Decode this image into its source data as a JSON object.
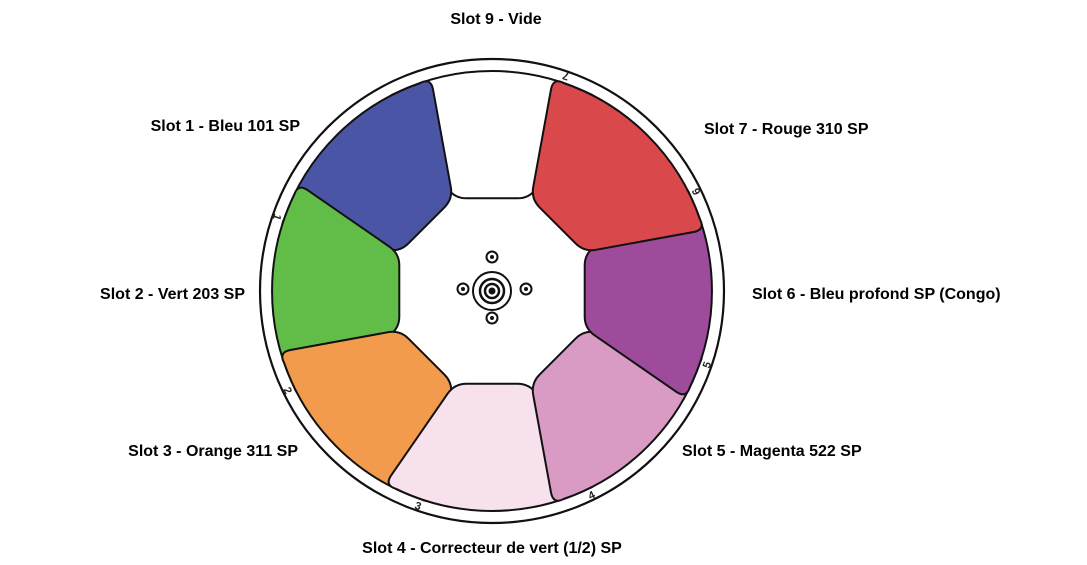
{
  "slots": [
    {
      "id": "1",
      "number": "1",
      "label": "Slot 1 - Bleu 101 SP",
      "color": "#4b55a6"
    },
    {
      "id": "2",
      "number": "2",
      "label": "Slot 2 - Vert 203 SP",
      "color": "#62bd48"
    },
    {
      "id": "3",
      "number": "3",
      "label": "Slot 3 - Orange 311 SP",
      "color": "#f39b4c"
    },
    {
      "id": "4",
      "number": "4",
      "label": "Slot 4 - Correcteur de vert (1/2) SP",
      "color": "#f7e1ed"
    },
    {
      "id": "5",
      "number": "5",
      "label": "Slot 5 - Magenta 522 SP",
      "color": "#d99ac4"
    },
    {
      "id": "6",
      "number": "6",
      "label": "Slot 6 - Bleu profond SP (Congo)",
      "color": "#9f4b9c"
    },
    {
      "id": "7",
      "number": "7",
      "label": "Slot 7 - Rouge 310 SP",
      "color": "#d9484a"
    },
    {
      "id": "9",
      "number": "",
      "label": "Slot 9 - Vide",
      "color": "#ffffff"
    }
  ],
  "colors": {
    "outline": "#111111",
    "wheel_fill": "#ffffff"
  }
}
